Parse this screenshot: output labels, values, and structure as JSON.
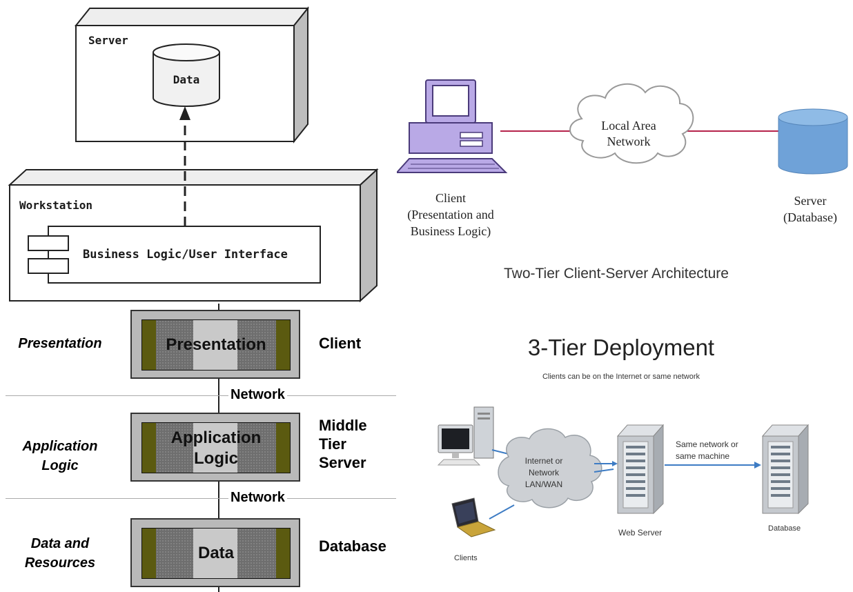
{
  "deployment_diagram": {
    "server_label": "Server",
    "data_label": "Data",
    "workstation_label": "Workstation",
    "component_label": "Business Logic/User Interface"
  },
  "two_tier": {
    "client_label": [
      "Client",
      "(Presentation and",
      "Business Logic)"
    ],
    "network_label": [
      "Local Area",
      "Network"
    ],
    "server_label": [
      "Server",
      "(Database)"
    ],
    "caption": "Two-Tier Client-Server Architecture",
    "colors": {
      "computer": "#b9a9e6",
      "link": "#b5224a",
      "database": "#6fa2d8"
    }
  },
  "three_tier_stack": {
    "tiers": [
      {
        "left_label": "Presentation",
        "box_label": "Presentation",
        "right_label": "Client"
      },
      {
        "left_label": [
          "Application",
          "Logic"
        ],
        "box_label": [
          "Application",
          "Logic"
        ],
        "right_label": [
          "Middle",
          "Tier",
          "Server"
        ]
      },
      {
        "left_label": [
          "Data and",
          "Resources"
        ],
        "box_label": "Data",
        "right_label": "Database"
      }
    ],
    "network_labels": [
      "Network",
      "Network"
    ],
    "colors": {
      "olive": "#5b5a10",
      "box": "#b9b9b9"
    }
  },
  "three_tier_deployment": {
    "title": "3-Tier Deployment",
    "subtitle": "Clients can be on the Internet or same network",
    "cloud_label": [
      "Internet or",
      "Network",
      "LAN/WAN"
    ],
    "link_label": [
      "Same network or",
      "same machine"
    ],
    "clients_label": "Clients",
    "web_server_label": "Web Server",
    "database_label": "Database",
    "colors": {
      "arrow": "#3d7cc4"
    }
  }
}
